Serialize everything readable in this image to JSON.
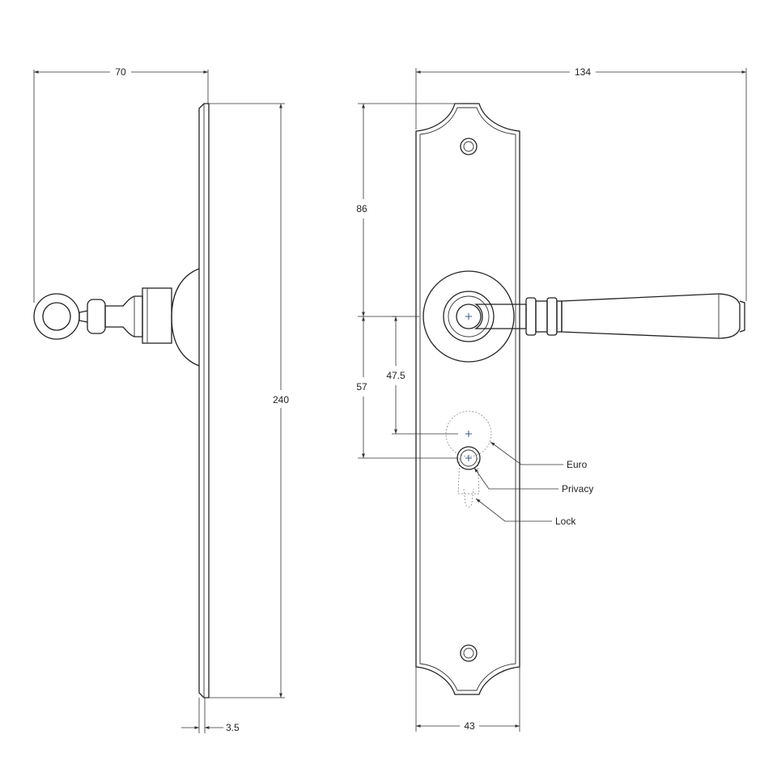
{
  "dimensions": {
    "side_depth": "70",
    "backplate_thickness": "3.5",
    "overall_height": "240",
    "overall_width": "134",
    "plate_width": "43",
    "handle_to_top": "86",
    "handle_to_euro": "57",
    "handle_to_lock": "47.5"
  },
  "callouts": {
    "euro": "Euro",
    "privacy": "Privacy",
    "lock": "Lock"
  },
  "colors": {
    "line": "#222222",
    "center_mark": "#3a5a8c"
  }
}
